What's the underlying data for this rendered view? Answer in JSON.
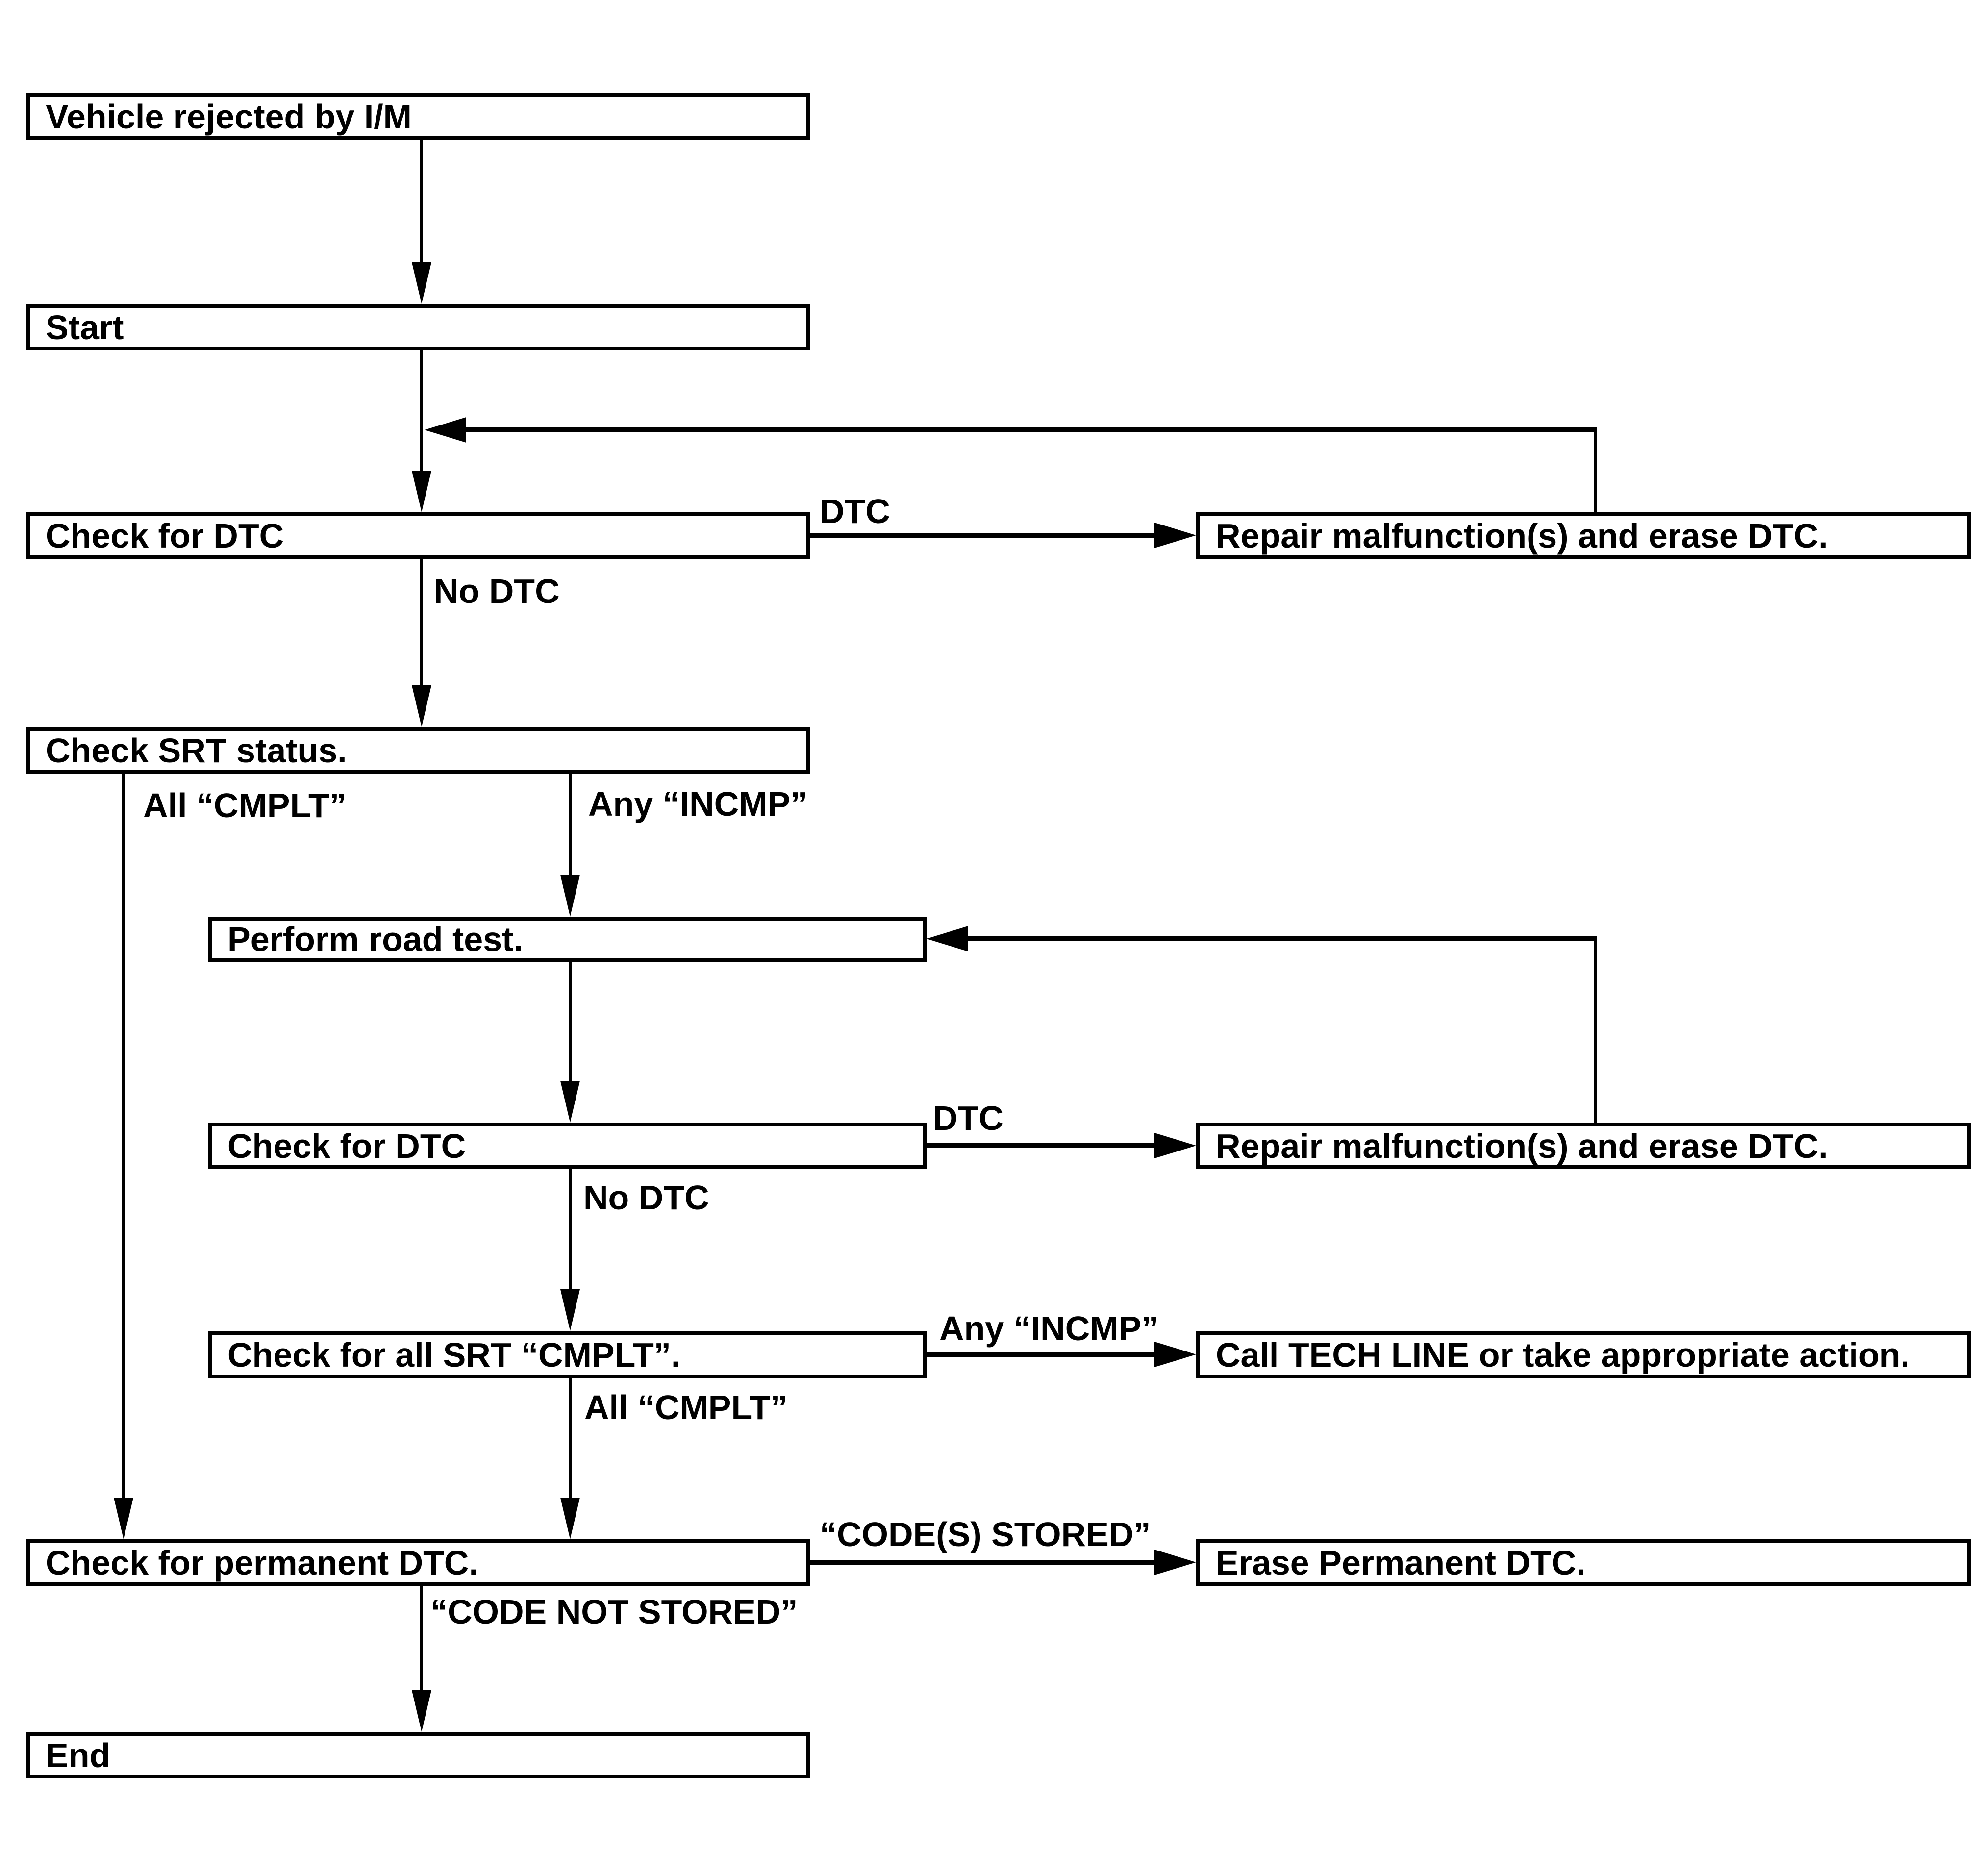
{
  "diagram": {
    "type": "flowchart",
    "colors": {
      "line": "#000000",
      "background": "#ffffff",
      "box_fill": "#ffffff"
    },
    "nodes": [
      {
        "id": "vehicle-rejected",
        "label": "Vehicle rejected by I/M"
      },
      {
        "id": "start",
        "label": "Start"
      },
      {
        "id": "check-dtc-1",
        "label": "Check for DTC"
      },
      {
        "id": "check-srt-status",
        "label": "Check SRT status."
      },
      {
        "id": "check-permanent",
        "label": "Check for permanent DTC."
      },
      {
        "id": "end",
        "label": "End"
      },
      {
        "id": "perform-road-test",
        "label": "Perform road test."
      },
      {
        "id": "check-dtc-2",
        "label": "Check for DTC"
      },
      {
        "id": "check-all-srt",
        "label": "Check for all SRT “CMPLT”."
      },
      {
        "id": "repair-erase-1",
        "label": "Repair malfunction(s) and erase DTC."
      },
      {
        "id": "repair-erase-2",
        "label": "Repair malfunction(s) and erase DTC."
      },
      {
        "id": "call-tech-line",
        "label": "Call TECH LINE or take appropriate action."
      },
      {
        "id": "erase-permanent",
        "label": "Erase Permanent DTC."
      }
    ],
    "edge_labels": [
      {
        "id": "dtc-1",
        "label": "DTC"
      },
      {
        "id": "no-dtc-1",
        "label": "No DTC"
      },
      {
        "id": "all-cmplt-1",
        "label": "All “CMPLT”"
      },
      {
        "id": "any-incmp-1",
        "label": "Any “INCMP”"
      },
      {
        "id": "dtc-2",
        "label": "DTC"
      },
      {
        "id": "no-dtc-2",
        "label": "No DTC"
      },
      {
        "id": "any-incmp-2",
        "label": "Any “INCMP”"
      },
      {
        "id": "all-cmplt-2",
        "label": "All “CMPLT”"
      },
      {
        "id": "codes-stored",
        "label": "“CODE(S) STORED”"
      },
      {
        "id": "code-not-stored",
        "label": "“CODE NOT STORED”"
      }
    ]
  }
}
